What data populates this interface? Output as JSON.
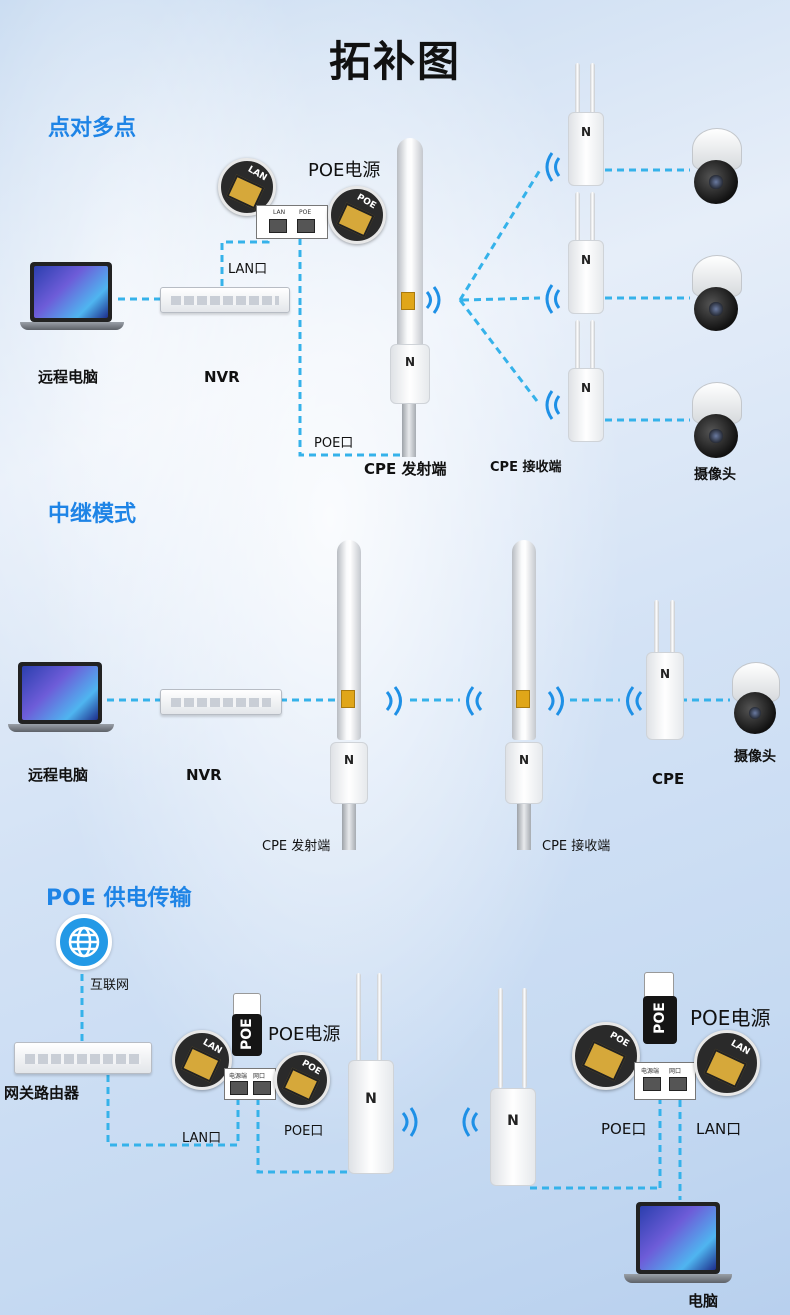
{
  "title": "拓补图",
  "colors": {
    "section": "#1e84e6",
    "line": "#35b2ea"
  },
  "sections": {
    "s1": {
      "heading": "点对多点",
      "laptop_label": "远程电脑",
      "nvr_label": "NVR",
      "lan_label": "LAN口",
      "poe_power_label": "POE电源",
      "poe_port_label": "POE口",
      "cpe_tx_label": "CPE 发射端",
      "cpe_rx_label": "CPE 接收端",
      "camera_label": "摄像头",
      "inset_lan_tag": "LAN",
      "inset_poe_tag": "POE",
      "portbox_lan": "LAN",
      "portbox_poe": "POE",
      "device_logo": "N"
    },
    "s2": {
      "heading": "中继模式",
      "laptop_label": "远程电脑",
      "nvr_label": "NVR",
      "cpe_tx_label": "CPE 发射端",
      "cpe_rx_label": "CPE 接收端",
      "cpe_label": "CPE",
      "camera_label": "摄像头",
      "device_logo": "N"
    },
    "s3": {
      "heading": "POE 供电传输",
      "internet_label": "互联网",
      "gateway_label": "网关路由器",
      "lan_label_left": "LAN口",
      "poe_port_left": "POE口",
      "poe_power_left": "POE电源",
      "poe_power_right": "POE电源",
      "poe_port_right": "POE口",
      "lan_label_right": "LAN口",
      "pc_label": "电脑",
      "adapter_text": "POE",
      "inset_lan_tag": "LAN",
      "inset_poe_tag": "POE",
      "portbox_lan": "电源端",
      "portbox_poe": "网口",
      "device_logo": "N"
    }
  }
}
